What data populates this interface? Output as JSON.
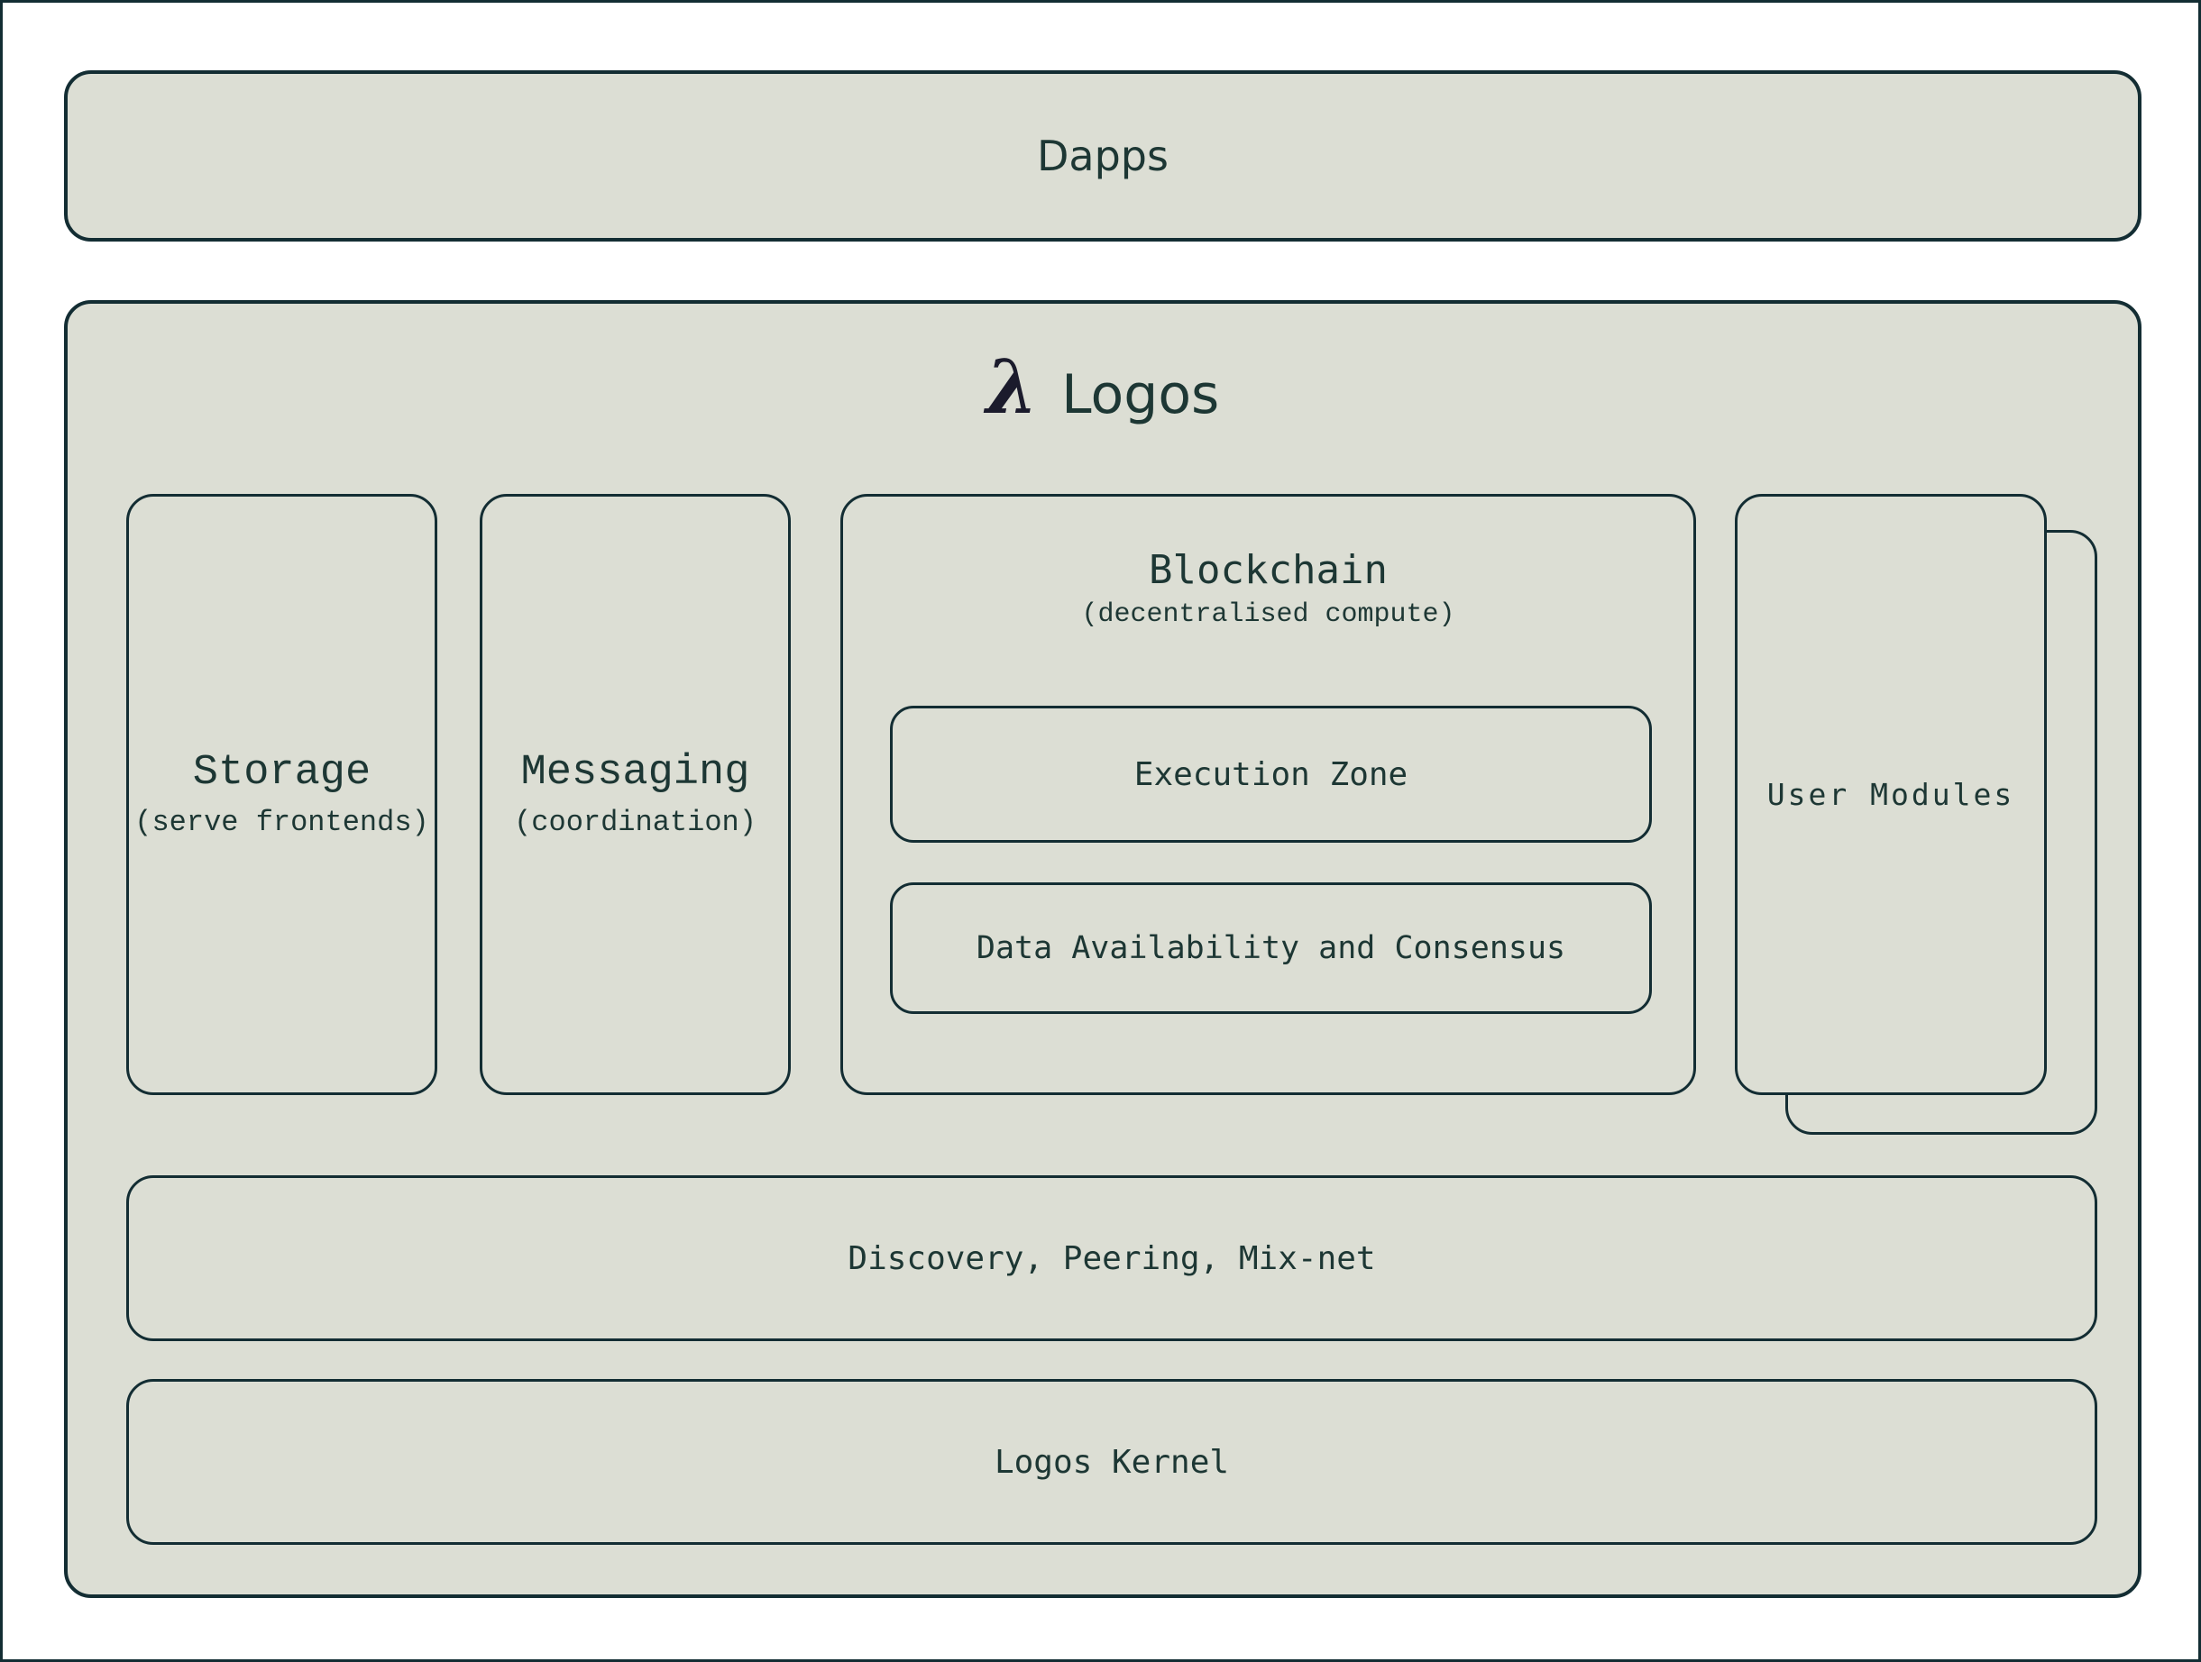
{
  "dapps": {
    "label": "Dapps"
  },
  "logos": {
    "lambda_icon": "λ",
    "title": "Logos"
  },
  "storage": {
    "title": "Storage",
    "subtitle": "(serve frontends)"
  },
  "messaging": {
    "title": "Messaging",
    "subtitle": "(coordination)"
  },
  "blockchain": {
    "title": "Blockchain",
    "subtitle": "(decentralised compute)",
    "execution_zone_label": "Execution Zone",
    "data_availability_label": "Data Availability and Consensus"
  },
  "user_modules": {
    "label": "User Modules"
  },
  "network": {
    "label": "Discovery, Peering, Mix-net"
  },
  "kernel": {
    "label": "Logos Kernel"
  },
  "colors": {
    "background": "#ffffff",
    "box_fill": "#dcded4",
    "border": "#132d33",
    "text": "#1d3734",
    "lambda": "#1b1b2c"
  }
}
